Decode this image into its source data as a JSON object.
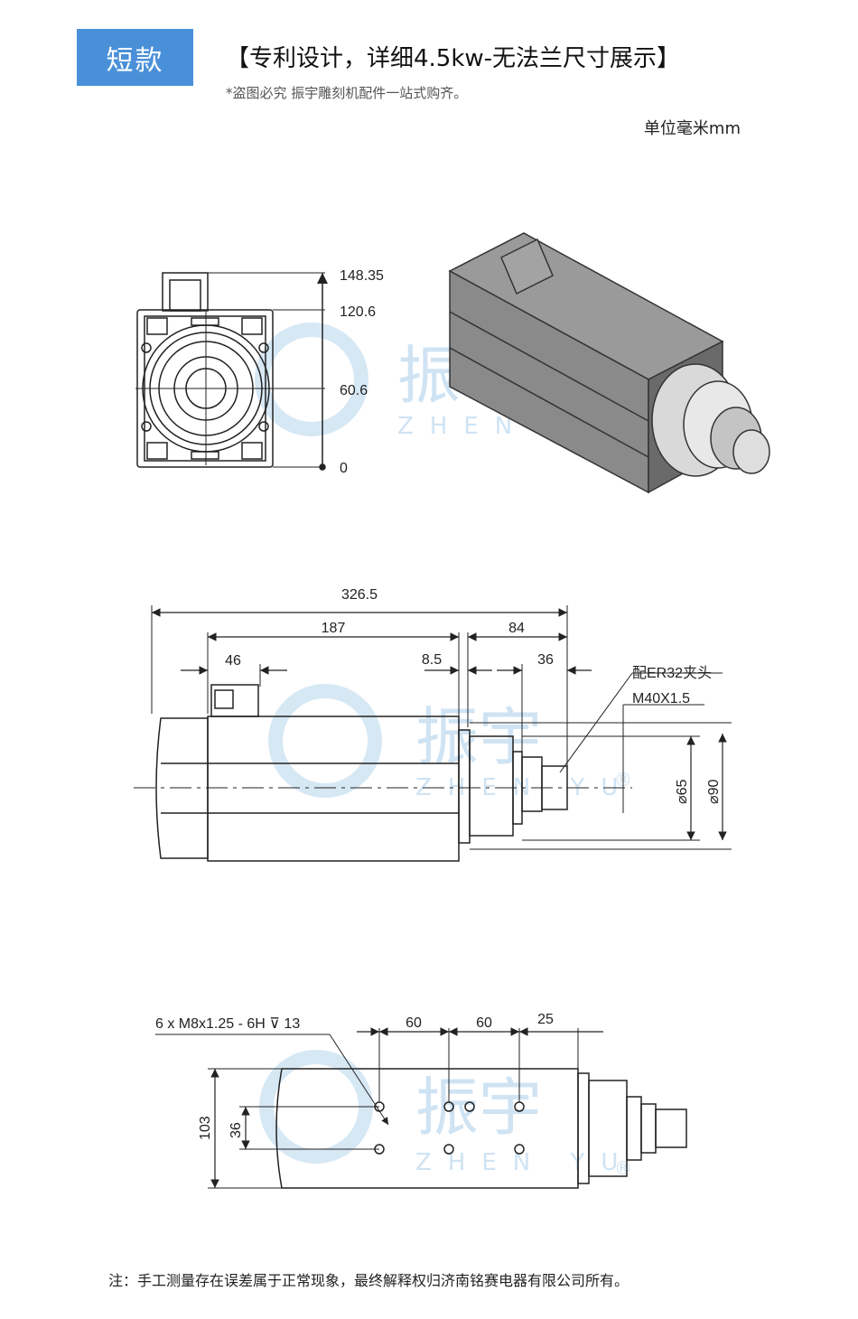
{
  "header": {
    "badge": "短款",
    "title": "【专利设计，详细4.5kw-无法兰尺寸展示】",
    "subtitle": "*盗图必究 振宇雕刻机配件一站式购齐。",
    "unit": "单位毫米mm"
  },
  "watermark": {
    "brand_cn": "振宇",
    "brand_en": "ZHEN YU",
    "reg_mark": "®"
  },
  "front_view": {
    "dims": [
      "148.35",
      "120.6",
      "60.6",
      "0"
    ]
  },
  "side_view": {
    "dims": {
      "overall": "326.5",
      "body": "187",
      "nose": "84",
      "box": "46",
      "gap": "8.5",
      "collet_len": "36",
      "collet_label": "配ER32夹头",
      "thread": "M40X1.5",
      "dia_small": "⌀65",
      "dia_large": "⌀90"
    }
  },
  "bottom_view": {
    "dims": {
      "holes": "6 x M8x1.25 - 6H ⊽ 13",
      "pitch1": "60",
      "pitch2": "60",
      "offset": "25",
      "height": "103",
      "hole_spacing": "36"
    }
  },
  "footer": {
    "note": "注：手工测量存在误差属于正常现象，最终解释权归济南铭赛电器有限公司所有。"
  },
  "colors": {
    "badge": "#4a90d9",
    "watermark": "#cfe3f3",
    "motor_body": "#8a8a8a",
    "motor_dark": "#5c5c5c"
  }
}
